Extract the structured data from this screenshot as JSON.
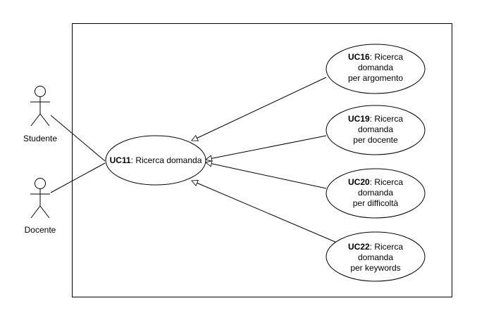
{
  "colors": {
    "stroke": "#000000",
    "fill": "#ffffff",
    "text": "#000000"
  },
  "actors": [
    {
      "id": "studente",
      "label": "Studente"
    },
    {
      "id": "docente",
      "label": "Docente"
    }
  ],
  "main_use_case": {
    "code": "UC11",
    "lines": [
      ": Ricerca domanda"
    ]
  },
  "use_cases": [
    {
      "code": "UC16",
      "lines": [
        ": Ricerca",
        "domanda",
        "per argomento"
      ]
    },
    {
      "code": "UC19",
      "lines": [
        ": Ricerca",
        "domanda",
        "per docente"
      ]
    },
    {
      "code": "UC20",
      "lines": [
        ": Ricerca",
        "domanda",
        "per difficoltà"
      ]
    },
    {
      "code": "UC22",
      "lines": [
        ": Ricerca",
        "domanda",
        "per keywords"
      ]
    }
  ]
}
